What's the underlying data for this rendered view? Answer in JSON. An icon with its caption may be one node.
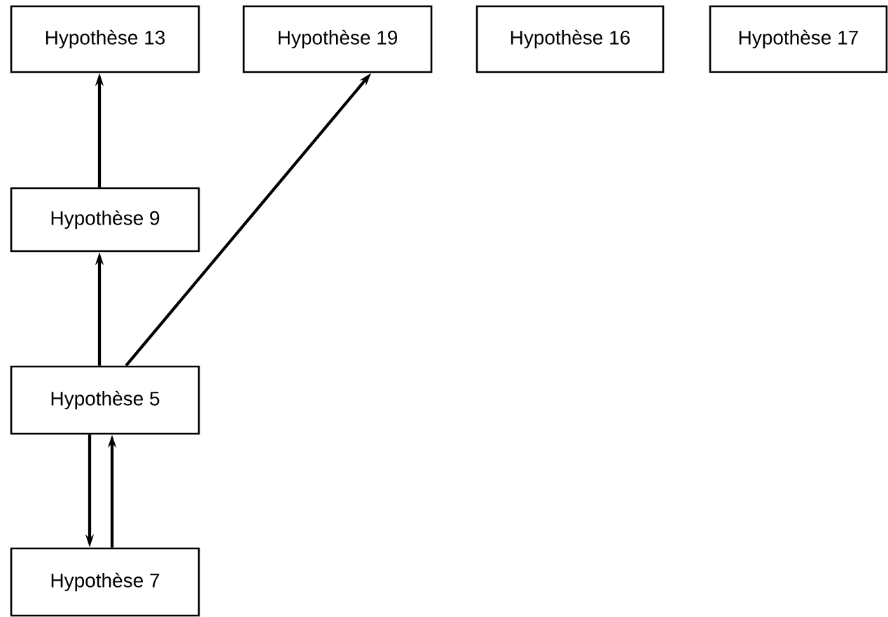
{
  "diagram": {
    "nodes": [
      {
        "text": [
          "Hypothèse 13"
        ]
      },
      {
        "text": [
          "Hypothèse 19"
        ]
      },
      {
        "text": [
          "Hypothèse 16"
        ]
      },
      {
        "text": [
          "Hypothèse 17"
        ]
      },
      {
        "text": [
          "Hypothèse 9"
        ]
      },
      {
        "text": [
          "Hypothèse 5"
        ]
      },
      {
        "text": [
          "Hypothèse 7"
        ]
      }
    ],
    "edges": [
      {
        "from": 4,
        "to": 0,
        "arrow": "to"
      },
      {
        "from": 5,
        "to": 4,
        "arrow": "to"
      },
      {
        "from": 5,
        "to": 1,
        "arrow": "to"
      },
      {
        "from": 5,
        "to": 6,
        "arrow": "to"
      },
      {
        "from": 6,
        "to": 5,
        "arrow": "to"
      }
    ]
  }
}
